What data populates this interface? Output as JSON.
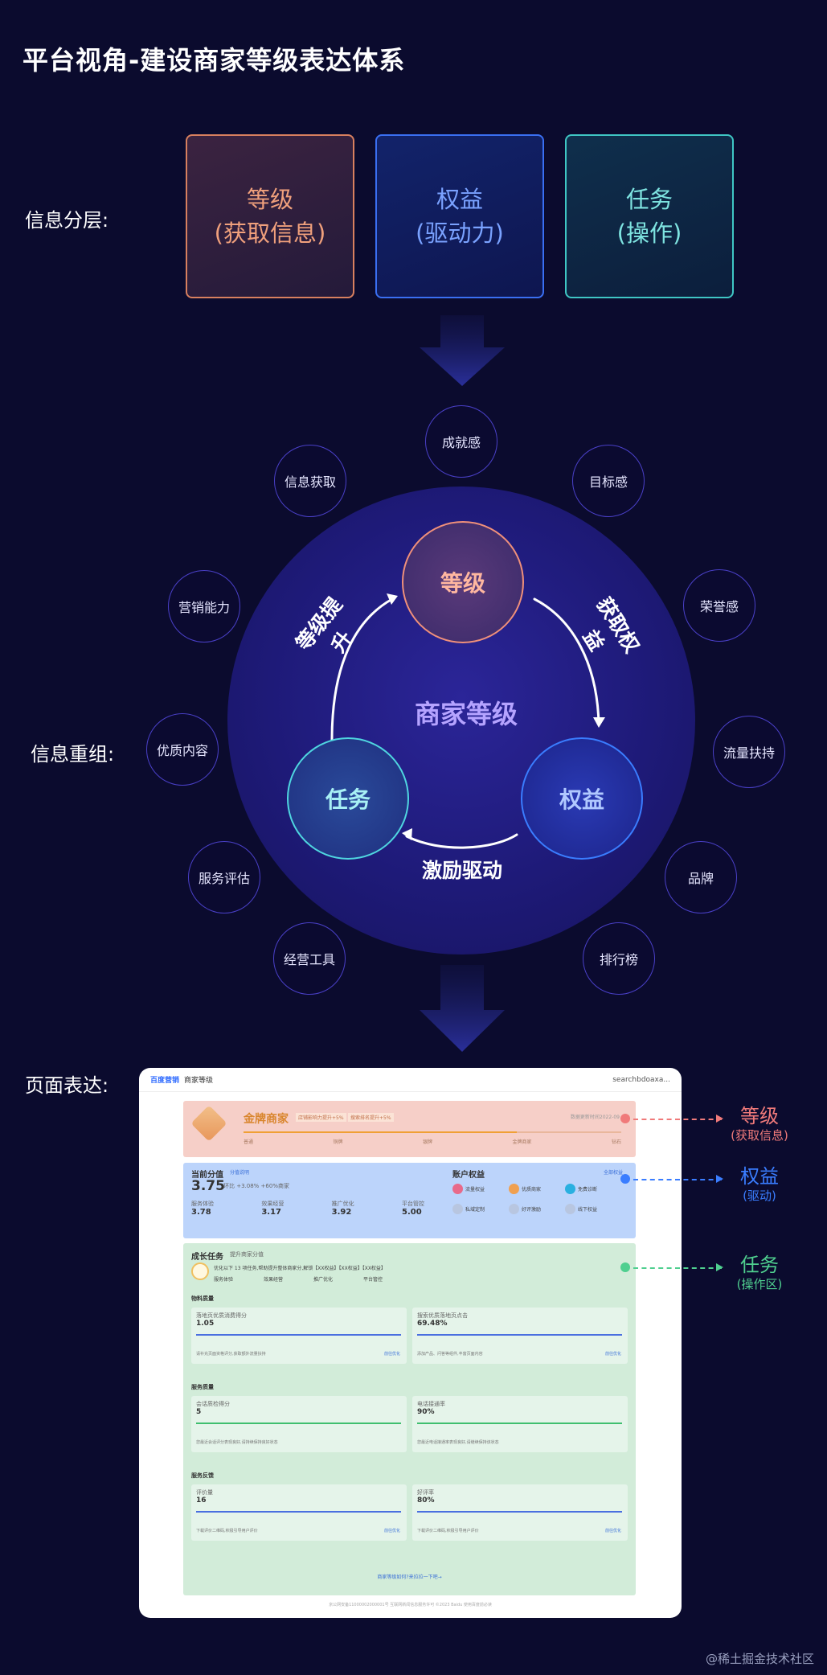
{
  "title": "平台视角-建设商家等级表达体系",
  "labels": {
    "layering": "信息分层:",
    "regroup": "信息重组:",
    "page": "页面表达:"
  },
  "layers": [
    {
      "line1": "等级",
      "line2": "(获取信息)"
    },
    {
      "line1": "权益",
      "line2": "(驱动力)"
    },
    {
      "line1": "任务",
      "line2": "(操作)"
    }
  ],
  "orbit": [
    "成就感",
    "目标感",
    "荣誉感",
    "流量扶持",
    "品牌",
    "排行榜",
    "经营工具",
    "服务评估",
    "优质内容",
    "营销能力",
    "信息获取"
  ],
  "cycle": {
    "center": "商家等级",
    "level": "等级",
    "task": "任务",
    "benefit": "权益",
    "arrow_top_left": "等级提升",
    "arrow_top_right": "获取权益",
    "arrow_bottom": "激励驱动"
  },
  "side_tags": [
    {
      "main": "等级",
      "sub": "(获取信息)",
      "color": "#f07a7a"
    },
    {
      "main": "权益",
      "sub": "(驱动)",
      "color": "#3a7dff"
    },
    {
      "main": "任务",
      "sub": "(操作区)",
      "color": "#4fcf8f"
    }
  ],
  "panel": {
    "logo": "百度营销",
    "product": "商家等级",
    "user": "searchbdoaxa...",
    "level_name": "金牌商家",
    "level_tag1": "店铺影响力提升+5%",
    "level_tag2": "搜索排名提升+5%",
    "level_right": "数据更新时间2022-09",
    "level_steps": [
      "普通",
      "铜牌",
      "银牌",
      "金牌商家",
      "钻石"
    ],
    "score_title": "当前分值",
    "score_tag": "分值说明",
    "score_value": "3.75",
    "score_sub": "环比 +3.08%  +60%商家",
    "metrics": [
      {
        "name": "服务体验",
        "value": "3.78"
      },
      {
        "name": "效果经营",
        "value": "3.17"
      },
      {
        "name": "推广优化",
        "value": "3.92"
      },
      {
        "name": "平台管控",
        "value": "5.00"
      }
    ],
    "benefit_title": "账户权益",
    "benefit_more": "全部权益",
    "benefits": [
      "流量权益",
      "优质商家",
      "免费诊断",
      "私域定制",
      "好评激励",
      "线下权益"
    ],
    "task_title": "成长任务",
    "task_sub": "提升商家分值",
    "task_desc": "优化以下 13 项任务,帮助提升整体商家分,解锁【XX权益】【XX权益】【XX权益】",
    "task_tabs": [
      "服务体验",
      "效果经营",
      "推广优化",
      "平台管控"
    ],
    "task_sections": [
      {
        "name": "物料质量",
        "cards": [
          {
            "label": "落地页优质消费得分",
            "value": "1.05",
            "tip": "请补充页面资格评分,获取额外流量扶持",
            "action": "前往优化"
          },
          {
            "label": "搜索优质落地页点击",
            "value": "69.48%",
            "tip": "添加产品、问答等组件,丰富页面内容",
            "action": "前往优化"
          }
        ]
      },
      {
        "name": "服务质量",
        "cards": [
          {
            "label": "会话质检得分",
            "value": "5",
            "tip": "您最近会话评分表现良好,请持续保持良好状态",
            "action": ""
          },
          {
            "label": "电话接通率",
            "value": "90%",
            "tip": "您最近电话接通率表现良好,请继续保持该状态",
            "action": ""
          }
        ]
      },
      {
        "name": "服务反馈",
        "cards": [
          {
            "label": "评价量",
            "value": "16",
            "tip": "下载评价二维码,积极引导用户评价",
            "action": "前往优化"
          },
          {
            "label": "好评率",
            "value": "80%",
            "tip": "下载评价二维码,积极引导用户评价",
            "action": "前往优化"
          }
        ]
      }
    ],
    "footer_link": "商家等级如何?来拉拉一下吧→",
    "footer": "京公网安备11000002000001号  互联网新闻信息服务许可  ©2023 Baidu 使用百度前必读"
  },
  "watermark": "@稀土掘金技术社区"
}
